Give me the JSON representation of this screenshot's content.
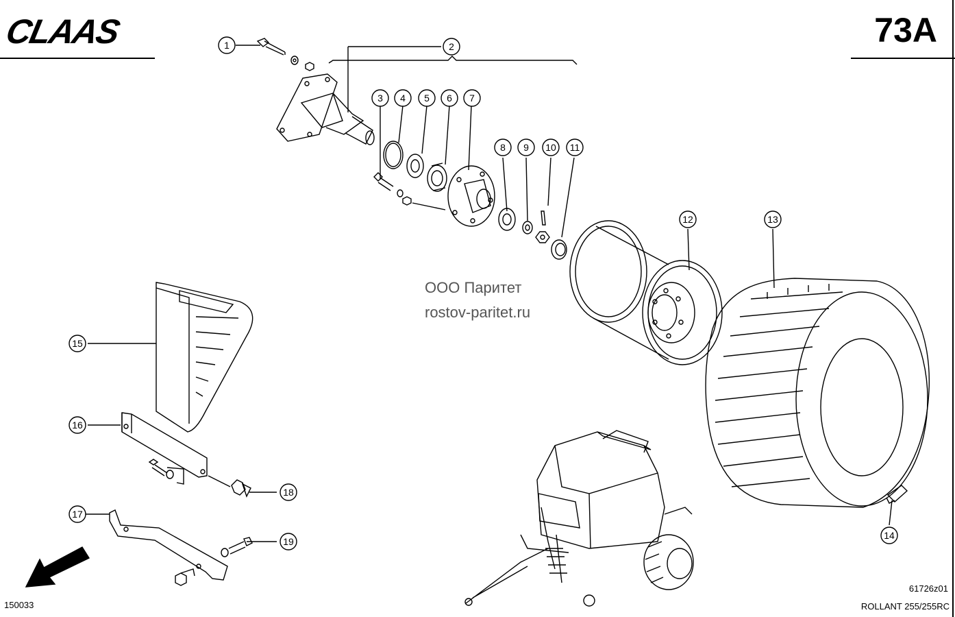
{
  "header": {
    "brand": "CLAAS",
    "page_code": "73A"
  },
  "watermark": {
    "line1": "ООО Паритет",
    "line2": "rostov-paritet.ru"
  },
  "footer": {
    "left_code": "150033",
    "drawing_ref": "61726z01",
    "model": "ROLLANT 255/255RC"
  },
  "callouts": [
    "1",
    "2",
    "3",
    "4",
    "5",
    "6",
    "7",
    "8",
    "9",
    "10",
    "11",
    "12",
    "13",
    "14",
    "15",
    "16",
    "17",
    "18",
    "19"
  ]
}
